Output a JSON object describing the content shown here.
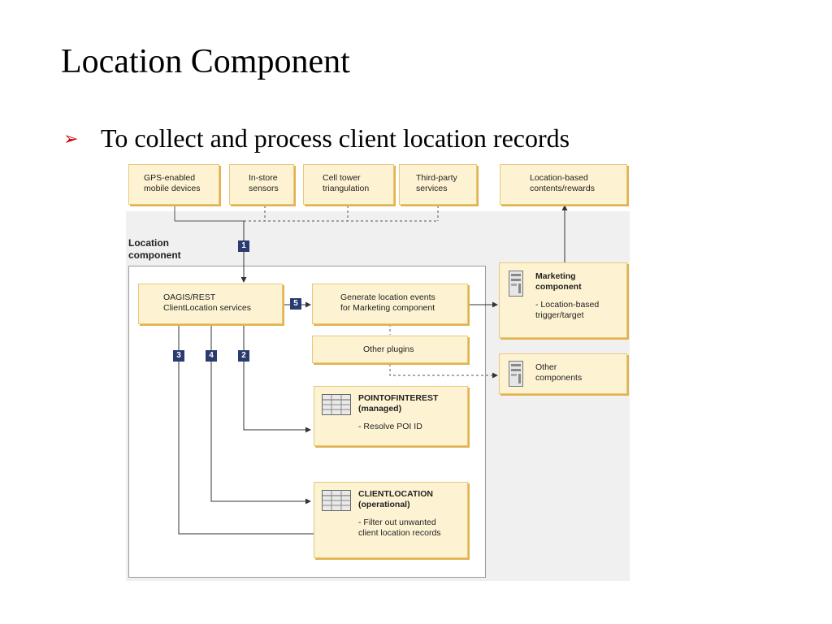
{
  "slide": {
    "title": "Location Component",
    "bullet": "To collect and process client location records"
  },
  "diagram": {
    "sources": [
      {
        "text": "GPS-enabled\nmobile devices"
      },
      {
        "text": "In-store\nsensors"
      },
      {
        "text": "Cell tower\ntriangulation"
      },
      {
        "text": "Third-party\nservices"
      }
    ],
    "location_based": "Location-based\ncontents/rewards",
    "component_label": "Location\ncomponent",
    "oagis": "OAGIS/REST\nClientLocation services",
    "generate": "Generate location events\nfor Marketing component",
    "other_plugins": "Other plugins",
    "marketing": {
      "title": "Marketing\ncomponent",
      "desc": "- Location-based\ntrigger/target"
    },
    "other_components": "Other\ncomponents",
    "poi": {
      "title": "POINTOFINTEREST\n(managed)",
      "desc": "- Resolve POI ID"
    },
    "clientloc": {
      "title": "CLIENTLOCATION\n(operational)",
      "desc": "- Filter out unwanted\nclient location records"
    },
    "badges": [
      "1",
      "2",
      "3",
      "4",
      "5"
    ]
  },
  "colors": {
    "box_fill": "#fdf3d3",
    "box_shadow": "#e2b24c",
    "badge": "#2a3b70",
    "bullet_arrow": "#cc0000"
  },
  "icons": [
    "bullet-arrow-icon",
    "server-icon",
    "table-icon"
  ]
}
